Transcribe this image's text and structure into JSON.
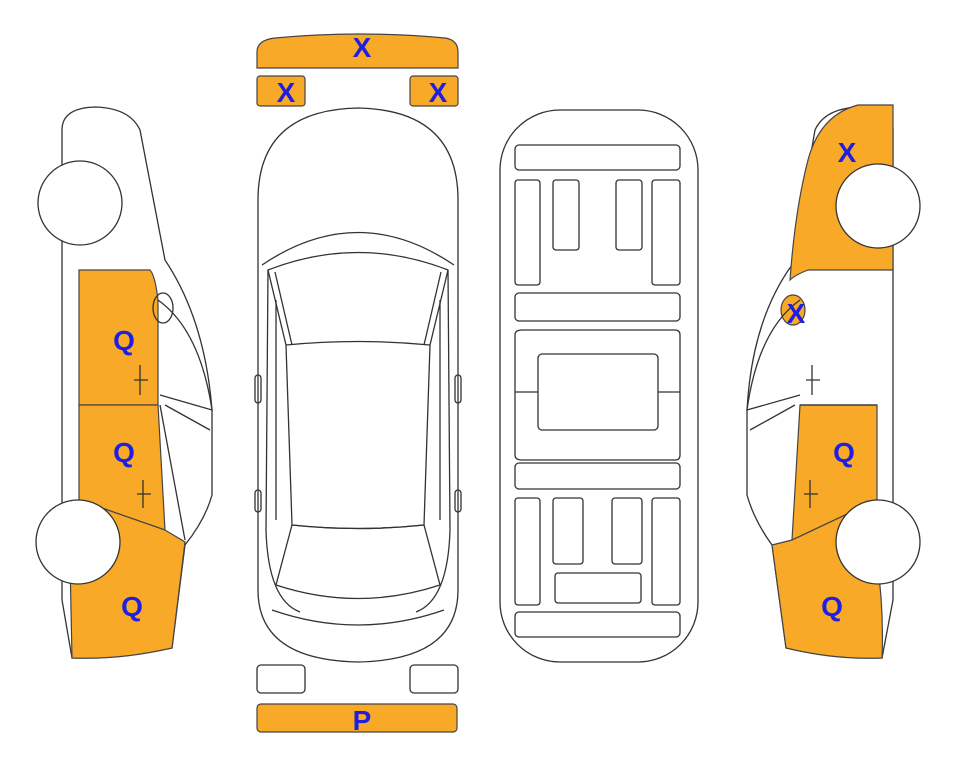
{
  "colors": {
    "damage_fill": "#f9a928",
    "label_color": "#1f1fe0",
    "outline": "#333333",
    "background": "#ffffff"
  },
  "markers": {
    "front_bumper_top": "X",
    "headlight_left": "X",
    "headlight_right": "X",
    "rear_bumper": "P",
    "left_front_door": "Q",
    "left_rear_door": "Q",
    "left_rear_quarter": "Q",
    "right_front_fender": "X",
    "right_mirror": "X",
    "right_rear_door": "Q",
    "right_rear_quarter": "Q"
  }
}
